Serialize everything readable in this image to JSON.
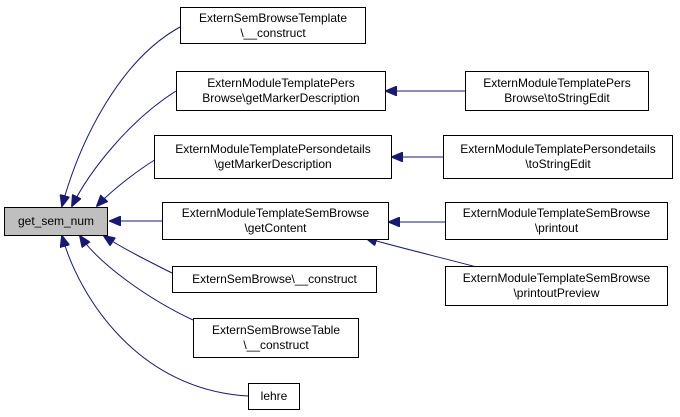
{
  "root": {
    "label": "get_sem_num"
  },
  "nodes": {
    "est_construct": {
      "line1": "ExternSemBrowseTemplate",
      "line2": "\\__construct"
    },
    "emtp_getmarker": {
      "line1": "ExternModuleTemplatePers",
      "line2": "Browse\\getMarkerDescription"
    },
    "emtp_tostring": {
      "line1": "ExternModuleTemplatePers",
      "line2": "Browse\\toStringEdit"
    },
    "emtpd_getmarker": {
      "line1": "ExternModuleTemplatePersondetails",
      "line2": "\\getMarkerDescription"
    },
    "emtpd_tostring": {
      "line1": "ExternModuleTemplatePersondetails",
      "line2": "\\toStringEdit"
    },
    "emtsb_getcontent": {
      "line1": "ExternModuleTemplateSemBrowse",
      "line2": "\\getContent"
    },
    "emtsb_printout": {
      "line1": "ExternModuleTemplateSemBrowse",
      "line2": "\\printout"
    },
    "emtsb_preview": {
      "line1": "ExternModuleTemplateSemBrowse",
      "line2": "\\printoutPreview"
    },
    "esb_construct": {
      "line1": "ExternSemBrowse\\__construct"
    },
    "esbt_construct": {
      "line1": "ExternSemBrowseTable",
      "line2": "\\__construct"
    },
    "lehre": {
      "line1": "lehre"
    }
  },
  "colors": {
    "edge": "#191970",
    "root_fill": "#bfbfbf",
    "node_border": "#000000"
  }
}
